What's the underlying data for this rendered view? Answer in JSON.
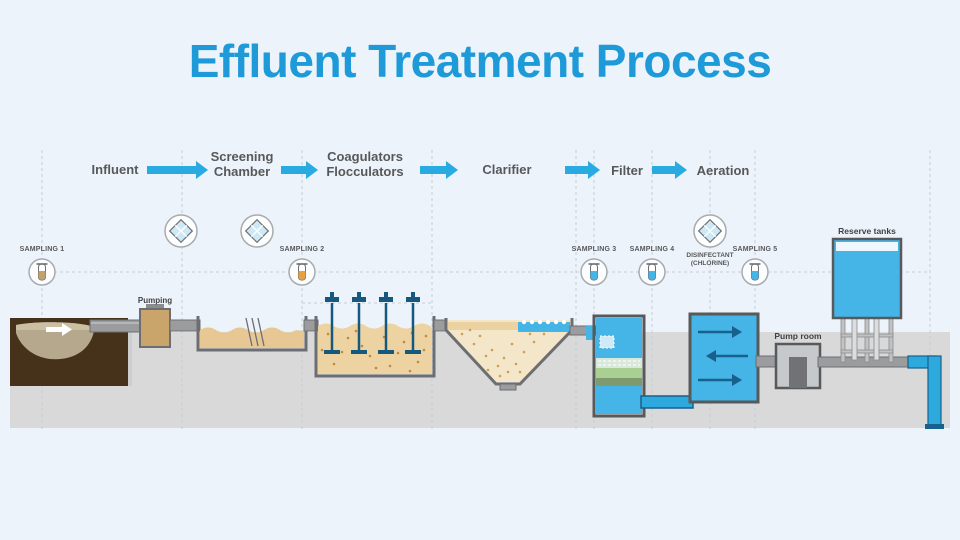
{
  "title": "Effluent Treatment Process",
  "stages": [
    {
      "lines": [
        "Influent"
      ]
    },
    {
      "lines": [
        "Screening",
        "Chamber"
      ]
    },
    {
      "lines": [
        "Coagulators",
        "Flocculators"
      ]
    },
    {
      "lines": [
        "Clarifier"
      ]
    },
    {
      "lines": [
        "Filter"
      ]
    },
    {
      "lines": [
        "Aeration"
      ]
    }
  ],
  "sampling_points": [
    {
      "label": "SAMPLING 1"
    },
    {
      "label": "SAMPLING 2"
    },
    {
      "label": "SAMPLING 3"
    },
    {
      "label": "SAMPLING 4"
    },
    {
      "label": "SAMPLING 5"
    }
  ],
  "disinfectant": {
    "lines": [
      "DISINFECTANT",
      "(CHLORINE)"
    ]
  },
  "equipment": {
    "pumping": "Pumping",
    "pump_room": "Pump room",
    "reserve_tanks": "Reserve tanks"
  },
  "colors": {
    "title_blue": "#1e9ad8",
    "arrow_blue": "#29abe2",
    "water_blue": "#45b4e6",
    "pipe_blue": "#2ea9de",
    "sand_tan": "#eed3a2",
    "soil_brown": "#3e2a16",
    "label_gray": "#57585a",
    "band_gray": "#d9d9d9"
  }
}
